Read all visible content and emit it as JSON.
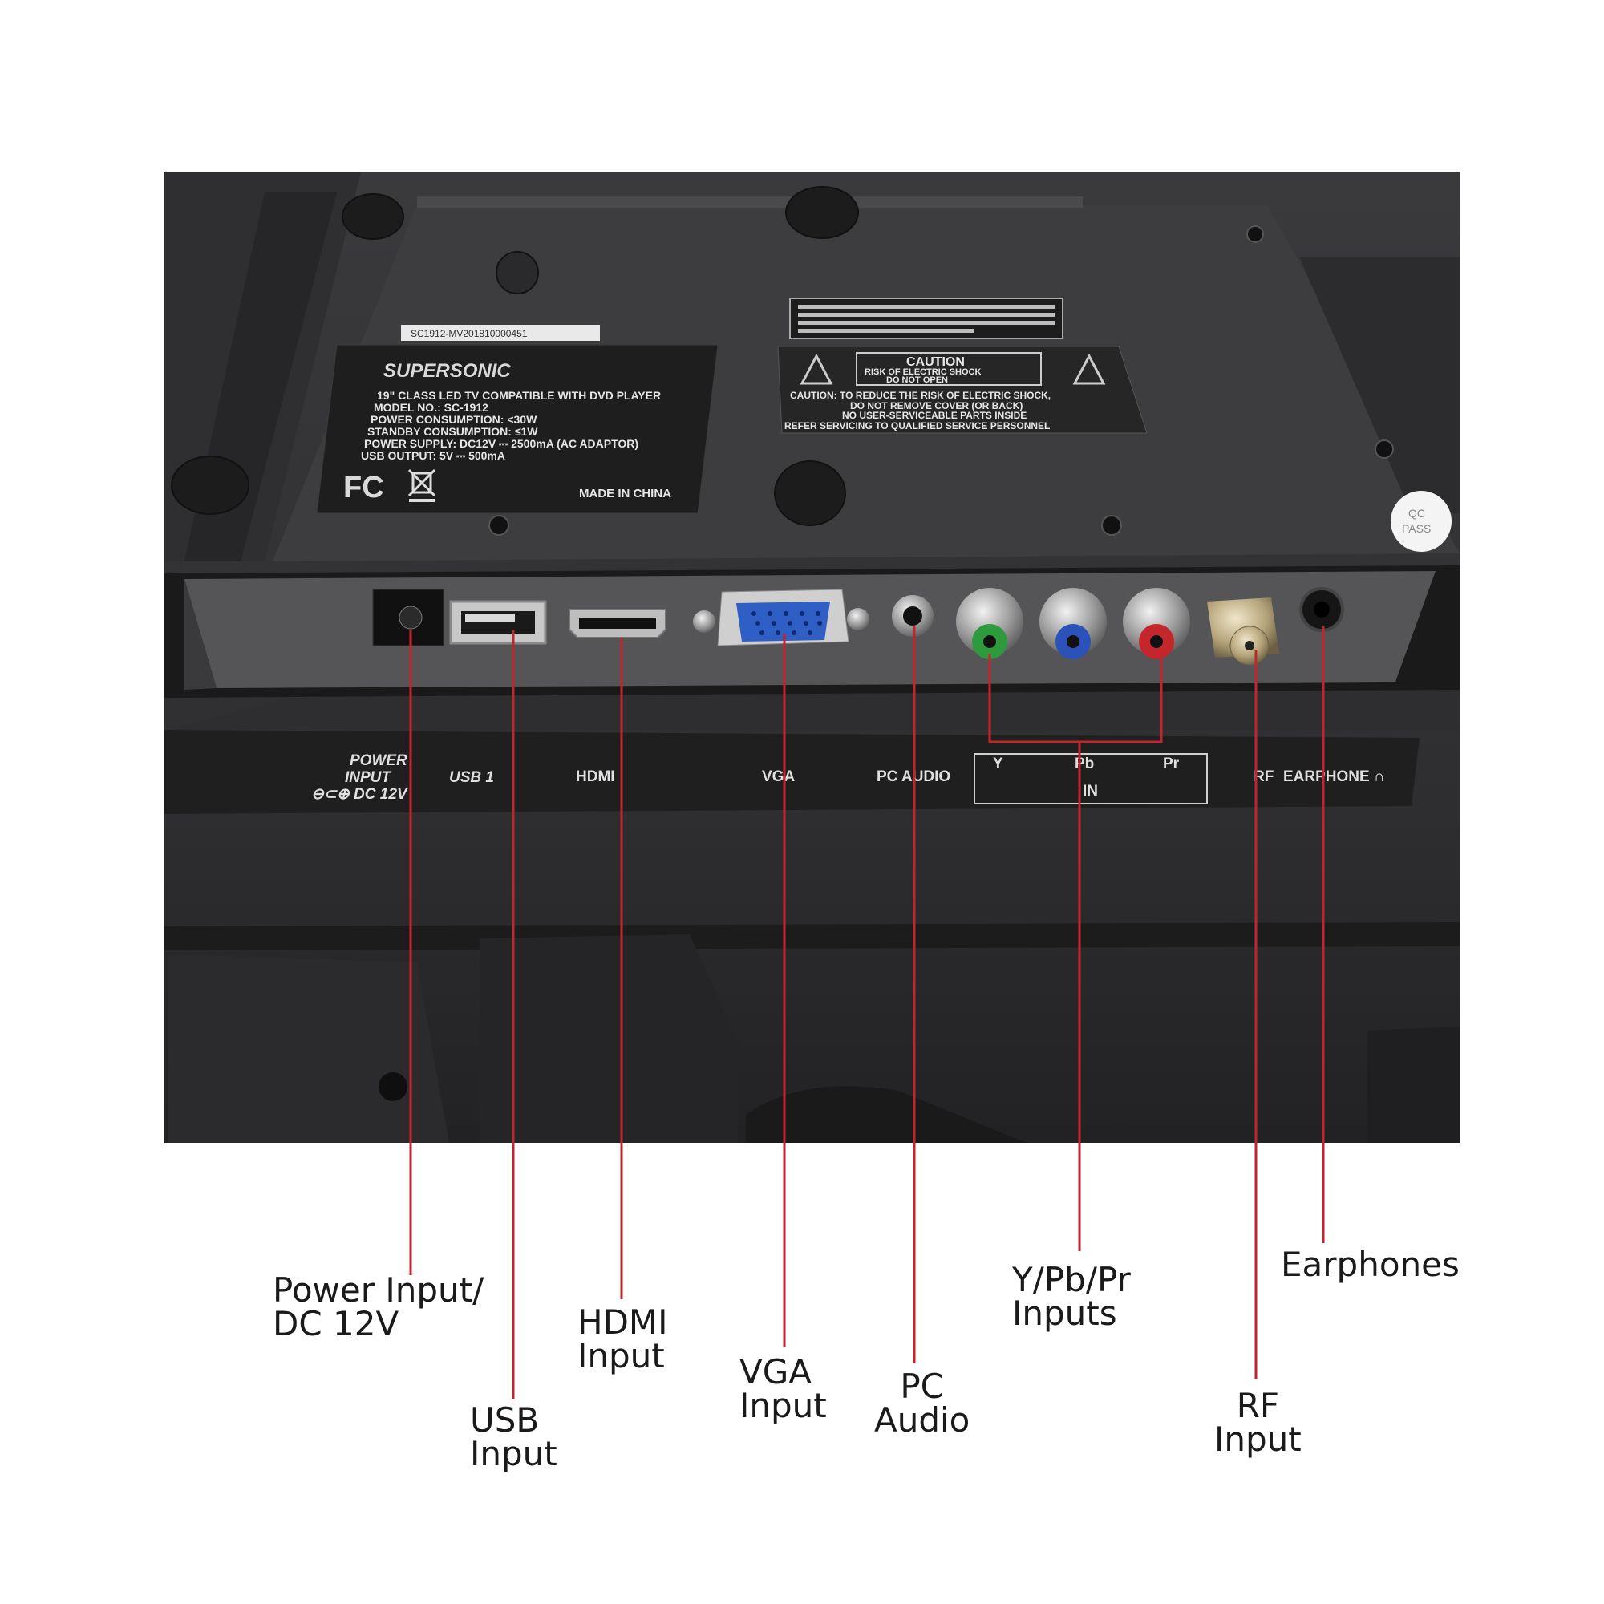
{
  "rating_plate": {
    "brand": "SUPERSONIC",
    "serial": "SC1912-MV201810000451",
    "line1": "19\" CLASS LED TV COMPATIBLE WITH DVD PLAYER",
    "line2": "MODEL NO.: SC-1912",
    "line3": "POWER CONSUMPTION: <30W",
    "line4": "STANDBY CONSUMPTION: ≤1W",
    "line5": "POWER SUPPLY: DC12V ⎓ 2500mA (AC ADAPTOR)",
    "line6": "USB OUTPUT: 5V ⎓ 500mA",
    "fcc": "FC",
    "made_in": "MADE IN CHINA"
  },
  "caution_label": {
    "title": "CAUTION",
    "sub1": "RISK OF ELECTRIC SHOCK",
    "sub2": "DO NOT OPEN",
    "line1": "CAUTION: TO REDUCE THE RISK OF ELECTRIC SHOCK,",
    "line2": "DO NOT REMOVE COVER (OR BACK)",
    "line3": "NO USER-SERVICEABLE PARTS INSIDE",
    "line4": "REFER SERVICING TO QUALIFIED SERVICE PERSONNEL"
  },
  "qc_sticker": {
    "line1": "QC",
    "line2": "PASS"
  },
  "port_labels": {
    "power_line1": "POWER",
    "power_line2": "INPUT",
    "power_line3": "⊖⊂⊕ DC 12V",
    "usb": "USB 1",
    "hdmi": "HDMI",
    "vga": "VGA",
    "pc_audio": "PC AUDIO",
    "y": "Y",
    "pb": "Pb",
    "pr": "Pr",
    "in": "IN",
    "rf": "RF",
    "earphone": "EARPHONE ∩"
  },
  "callouts": {
    "power_line1": "Power Input/",
    "power_line2": "DC 12V",
    "usb_line1": "USB",
    "usb_line2": "Input",
    "hdmi_line1": "HDMI",
    "hdmi_line2": "Input",
    "vga_line1": "VGA",
    "vga_line2": "Input",
    "pc_line1": "PC",
    "pc_line2": "Audio",
    "ypbpr_line1": "Y/Pb/Pr",
    "ypbpr_line2": "Inputs",
    "rf_line1": "RF",
    "rf_line2": "Input",
    "earphones": "Earphones"
  },
  "colors": {
    "leader_line": "#c0272d",
    "panel": "#2b2b2d",
    "rca_y": "#2e9a3e",
    "rca_pb": "#2a52b8",
    "rca_pr": "#c3262b",
    "vga_blue": "#2f5fc4"
  }
}
